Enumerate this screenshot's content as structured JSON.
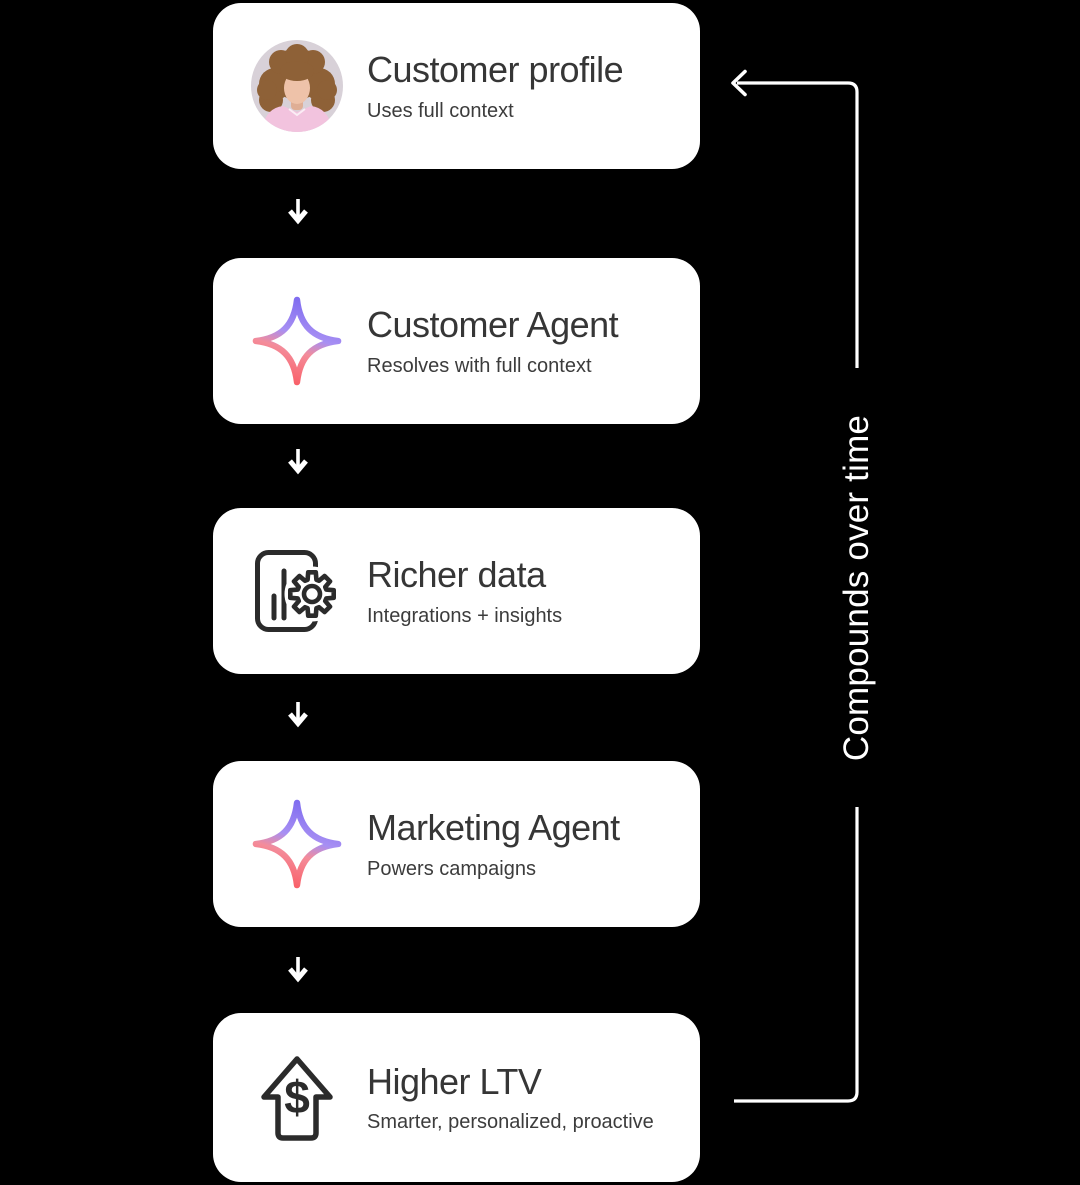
{
  "canvas": {
    "background": "#000000"
  },
  "cards": [
    {
      "id": "customer-profile",
      "title": "Customer profile",
      "subtitle": "Uses full context",
      "icon": "customer-avatar-photo"
    },
    {
      "id": "customer-agent",
      "title": "Customer Agent",
      "subtitle": "Resolves with full context",
      "icon": "sparkle-agent-icon"
    },
    {
      "id": "richer-data",
      "title": "Richer data",
      "subtitle": "Integrations + insights",
      "icon": "document-gear-icon"
    },
    {
      "id": "marketing-agent",
      "title": "Marketing Agent",
      "subtitle": "Powers campaigns",
      "icon": "sparkle-agent-icon"
    },
    {
      "id": "higher-ltv",
      "title": "Higher LTV",
      "subtitle": "Smarter, personalized, proactive",
      "icon": "house-dollar-icon"
    }
  ],
  "loop": {
    "label": "Compounds over time"
  },
  "icons": {
    "dollar_glyph": "$"
  },
  "colors": {
    "card_bg": "#ffffff",
    "title": "#363636",
    "subtitle": "#3c3c3c",
    "icon_stroke": "#2b2b2b",
    "connector": "#ffffff",
    "sparkle_gradient_top": "#7E6BF0",
    "sparkle_gradient_mid": "#A78FF3",
    "sparkle_gradient_bottom": "#F95F67"
  }
}
